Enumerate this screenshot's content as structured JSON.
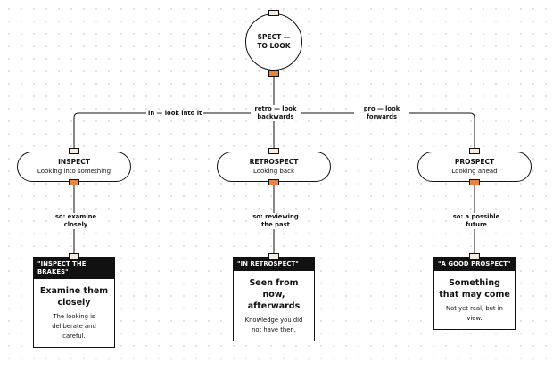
{
  "root": {
    "label": "SPECT — TO LOOK"
  },
  "edges": {
    "left": "in — look into it",
    "center": "retro — look backwards",
    "right": "pro — look forwards"
  },
  "nodes": [
    {
      "title": "INSPECT",
      "subtitle": "Looking into something",
      "edge_label": "so: examine closely",
      "card_header": "\"INSPECT THE BRAKES\"",
      "card_main": "Examine them closely",
      "card_body": "The looking is deliberate and careful."
    },
    {
      "title": "RETROSPECT",
      "subtitle": "Looking back",
      "edge_label": "so: reviewing the past",
      "card_header": "\"IN RETROSPECT\"",
      "card_main": "Seen from now, afterwards",
      "card_body": "Knowledge you did not have then."
    },
    {
      "title": "PROSPECT",
      "subtitle": "Looking ahead",
      "edge_label": "so: a possible future",
      "card_header": "\"A GOOD PROSPECT\"",
      "card_main": "Something that may come",
      "card_body": "Not yet real, but in view."
    }
  ],
  "colors": {
    "port_in": "#f8ece0",
    "port_out": "#e8843d",
    "stroke": "#111111"
  }
}
